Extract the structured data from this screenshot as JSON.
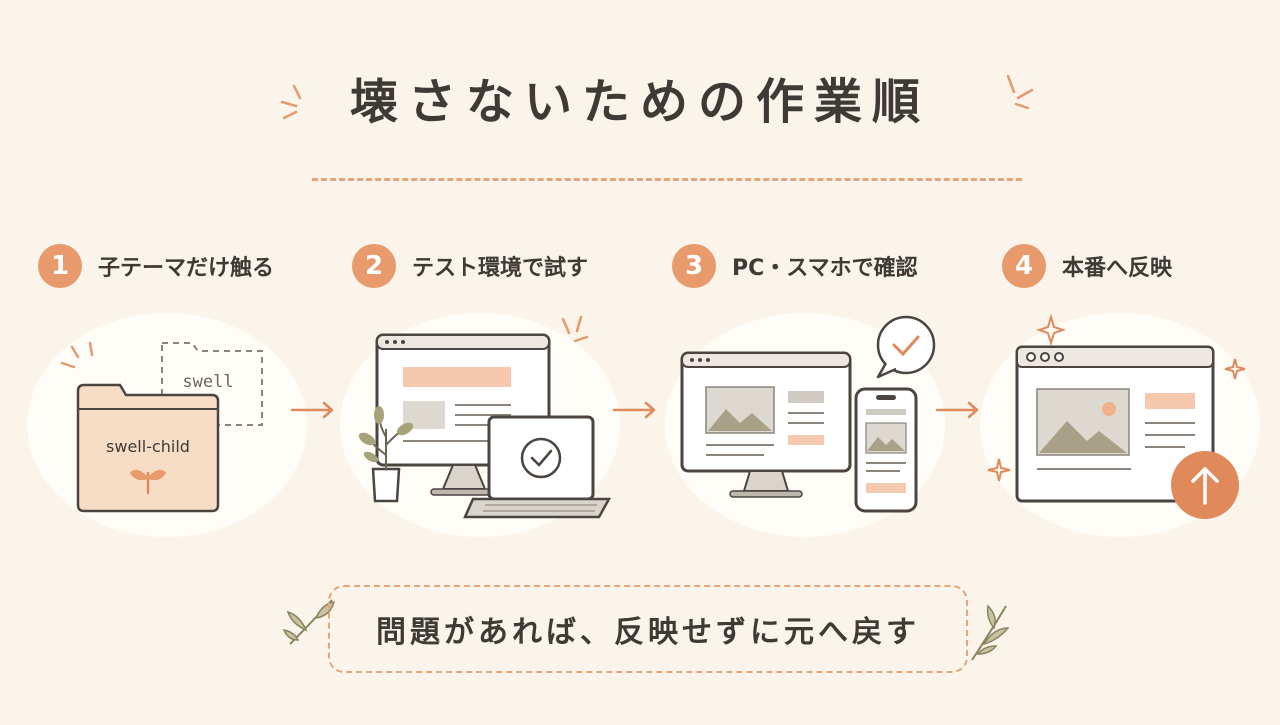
{
  "title": "壊さないための作業順",
  "steps": [
    {
      "number": "1",
      "label": "子テーマだけ触る"
    },
    {
      "number": "2",
      "label": "テスト環境で試す"
    },
    {
      "number": "3",
      "label": "PC・スマホで確認"
    },
    {
      "number": "4",
      "label": "本番へ反映"
    }
  ],
  "folders": {
    "back_label": "swell",
    "front_label": "swell-child"
  },
  "footer": "問題があれば、反映せずに元へ戻す",
  "colors": {
    "accent": "#e89a6c",
    "dash": "#e6a57a",
    "background": "#fbf4ea",
    "ink": "#4a4540"
  }
}
